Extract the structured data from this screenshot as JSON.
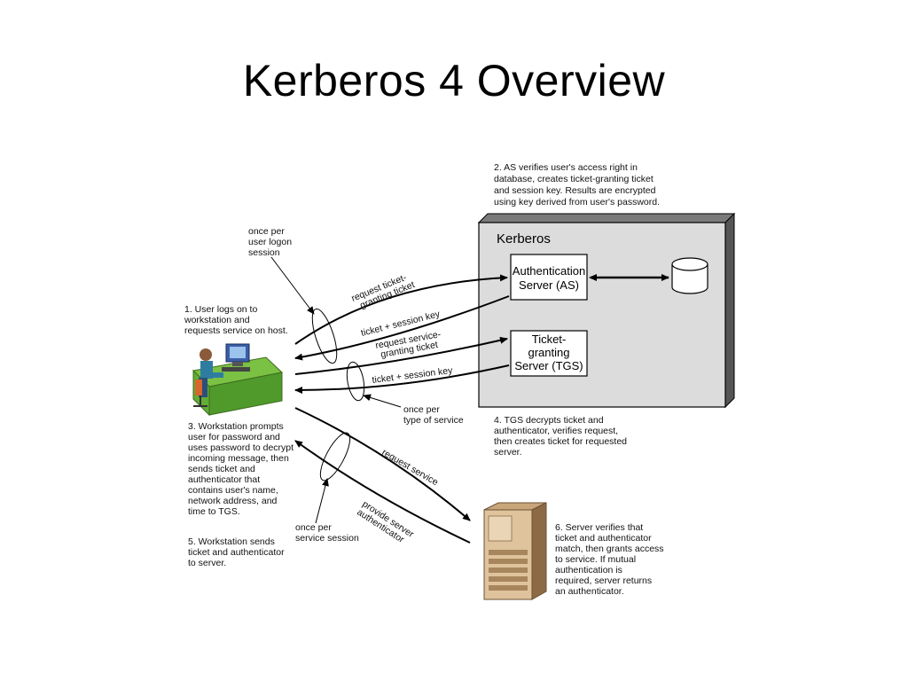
{
  "title": "Kerberos 4 Overview",
  "diagram": {
    "kerberos_label": "Kerberos",
    "as_box": [
      "Authentication",
      "Server (AS)"
    ],
    "tgs_box": [
      "Ticket-",
      "granting",
      "Server (TGS)"
    ],
    "notes": {
      "step1": [
        "1. User logs on to",
        "workstation and",
        "requests service on host."
      ],
      "step2": [
        "2. AS verifies user's access right in",
        "database, creates ticket-granting ticket",
        "and session key. Results are encrypted",
        "using key derived from user's password."
      ],
      "step3": [
        "3. Workstation prompts",
        "user for password and",
        "uses password to decrypt",
        "incoming message, then",
        "sends ticket and",
        "authenticator that",
        "contains user's name,",
        "network address, and",
        "time to TGS."
      ],
      "step4": [
        "4. TGS decrypts ticket and",
        "authenticator, verifies request,",
        "then creates ticket for requested",
        "server."
      ],
      "step5": [
        "5. Workstation sends",
        "ticket and authenticator",
        "to server."
      ],
      "step6": [
        "6. Server verifies that",
        "ticket and authenticator",
        "match, then grants access",
        "to service. If mutual",
        "authentication is",
        "required, server returns",
        "an authenticator."
      ],
      "once_logon": [
        "once per",
        "user logon",
        "session"
      ],
      "once_service_type": [
        "once per",
        "type of service"
      ],
      "once_service_session": [
        "once per",
        "service session"
      ]
    },
    "arrow_labels": {
      "request_tgt": [
        "request ticket-",
        "granting ticket"
      ],
      "ticket_session_1": "ticket + session key",
      "request_sgt": [
        "request service-",
        "granting ticket"
      ],
      "ticket_session_2": "ticket + session key",
      "request_service": "request service",
      "provide_auth": [
        "provide server",
        "authenticator"
      ]
    }
  }
}
